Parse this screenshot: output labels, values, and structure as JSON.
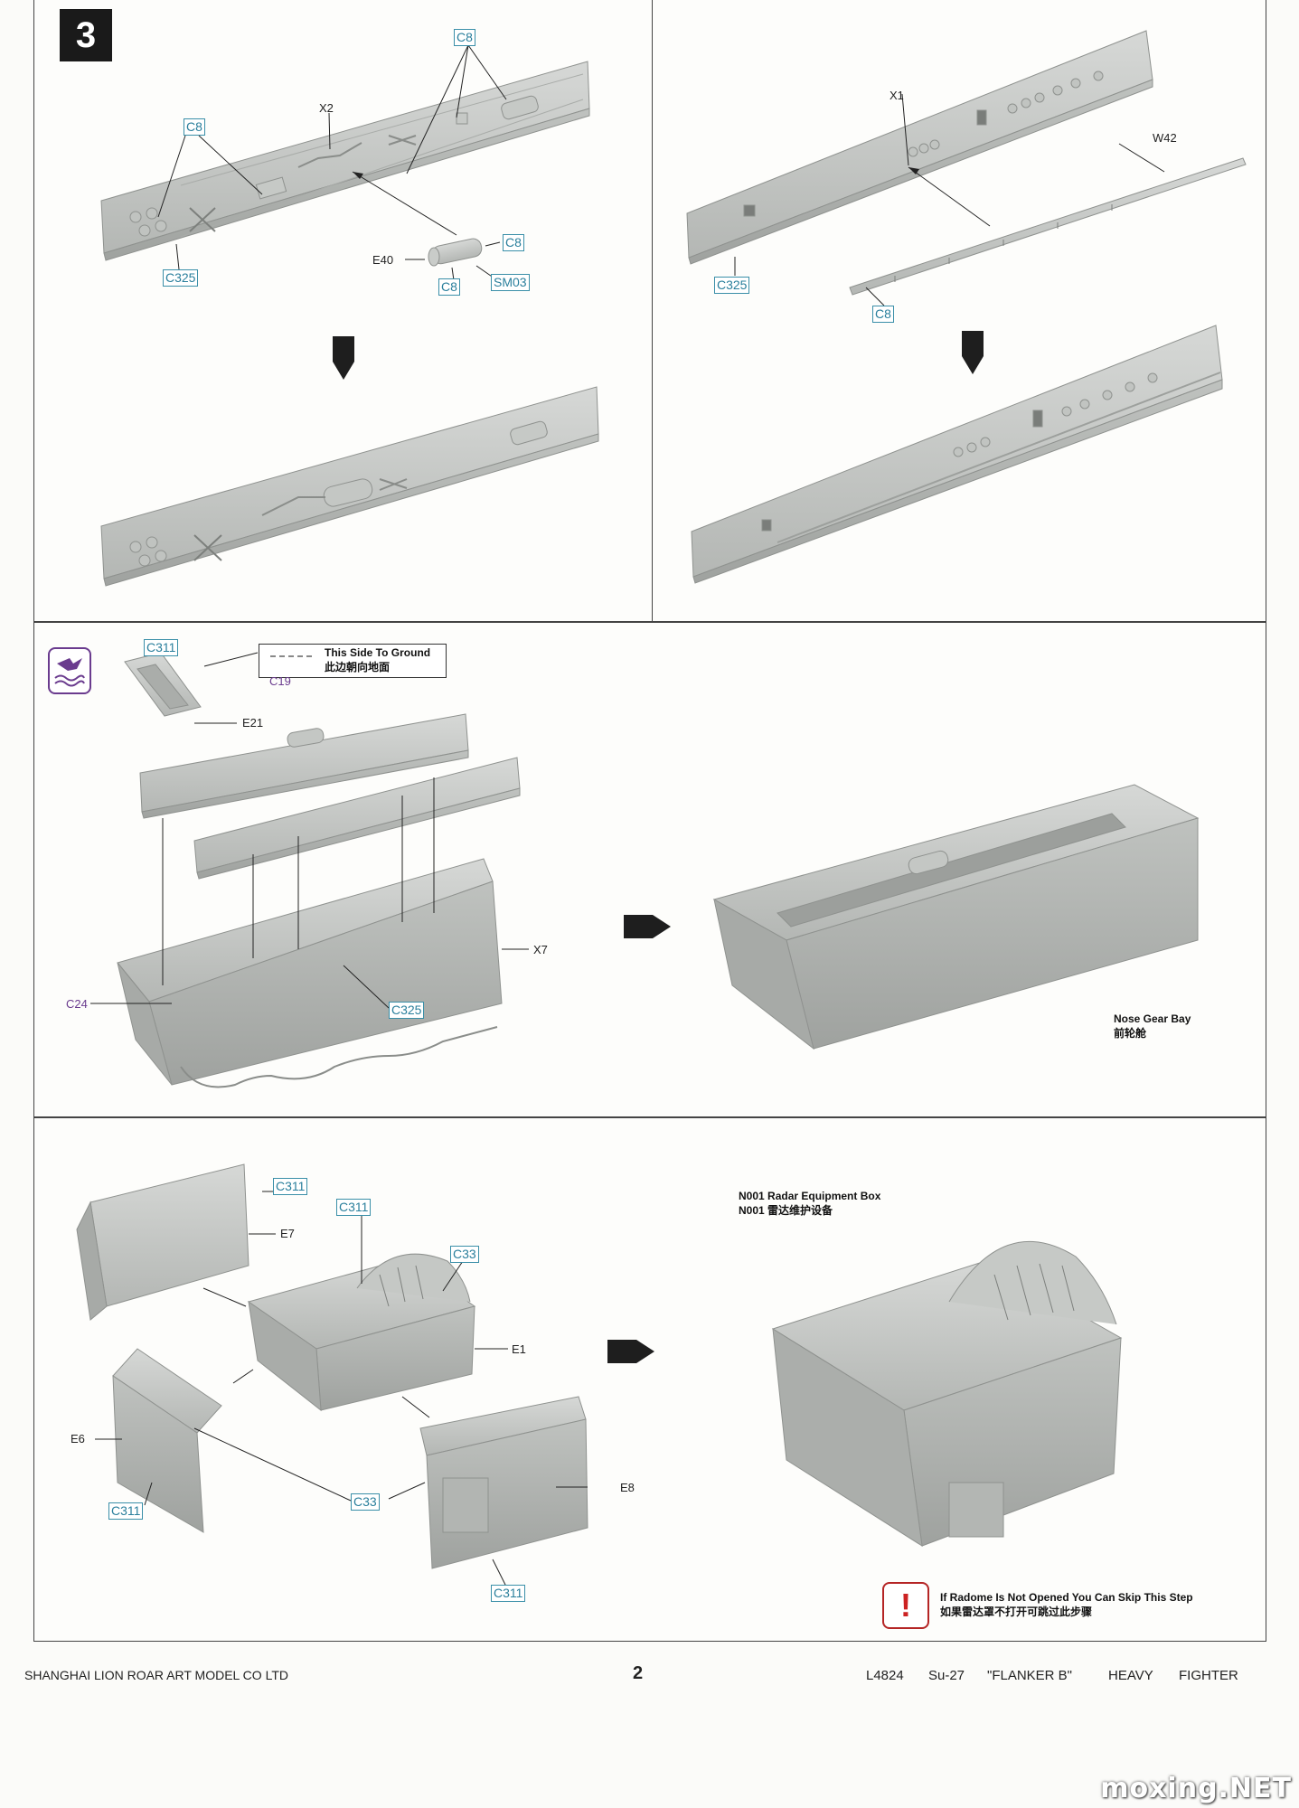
{
  "step": "3",
  "panel1": {
    "x2": "X2",
    "c8_top": "C8",
    "c8_left": "C8",
    "c325": "C325",
    "e40": "E40",
    "c8_e40_right": "C8",
    "c8_e40_bottom": "C8",
    "sm03": "SM03"
  },
  "panel2": {
    "x1": "X1",
    "w42": "W42",
    "c325": "C325",
    "c8": "C8"
  },
  "panel3": {
    "c311": "C311",
    "this_side_en": "This Side To Ground",
    "this_side_zh": "此边朝向地面",
    "c19": "C19",
    "e21": "E21",
    "x7": "X7",
    "c24": "C24",
    "c325": "C325",
    "result_en": "Nose Gear Bay",
    "result_zh": "前轮舱"
  },
  "panel4": {
    "c311_a": "C311",
    "e7": "E7",
    "c311_b": "C311",
    "c33_a": "C33",
    "e1": "E1",
    "e6": "E6",
    "c311_c": "C311",
    "c33_b": "C33",
    "e8": "E8",
    "c311_d": "C311",
    "result_en": "N001 Radar Equipment Box",
    "result_zh": "N001 雷达维护设备",
    "warn_en": "If Radome Is Not Opened You Can Skip This Step",
    "warn_zh": "如果雷达罩不打开可跳过此步骤",
    "warn_symbol": "!"
  },
  "footer": {
    "company": "SHANGHAI LION ROAR ART MODEL CO LTD",
    "page": "2",
    "kit": "L4824",
    "model": "Su-27",
    "name": "\"FLANKER B\"",
    "w1": "HEAVY",
    "w2": "FIGHTER"
  },
  "watermark": "moxing.NET",
  "colors": {
    "part_gray": "#c8cbc8",
    "code_blue": "#2a7f9c",
    "purple": "#6a3b8e",
    "warn_red": "#b52525"
  }
}
